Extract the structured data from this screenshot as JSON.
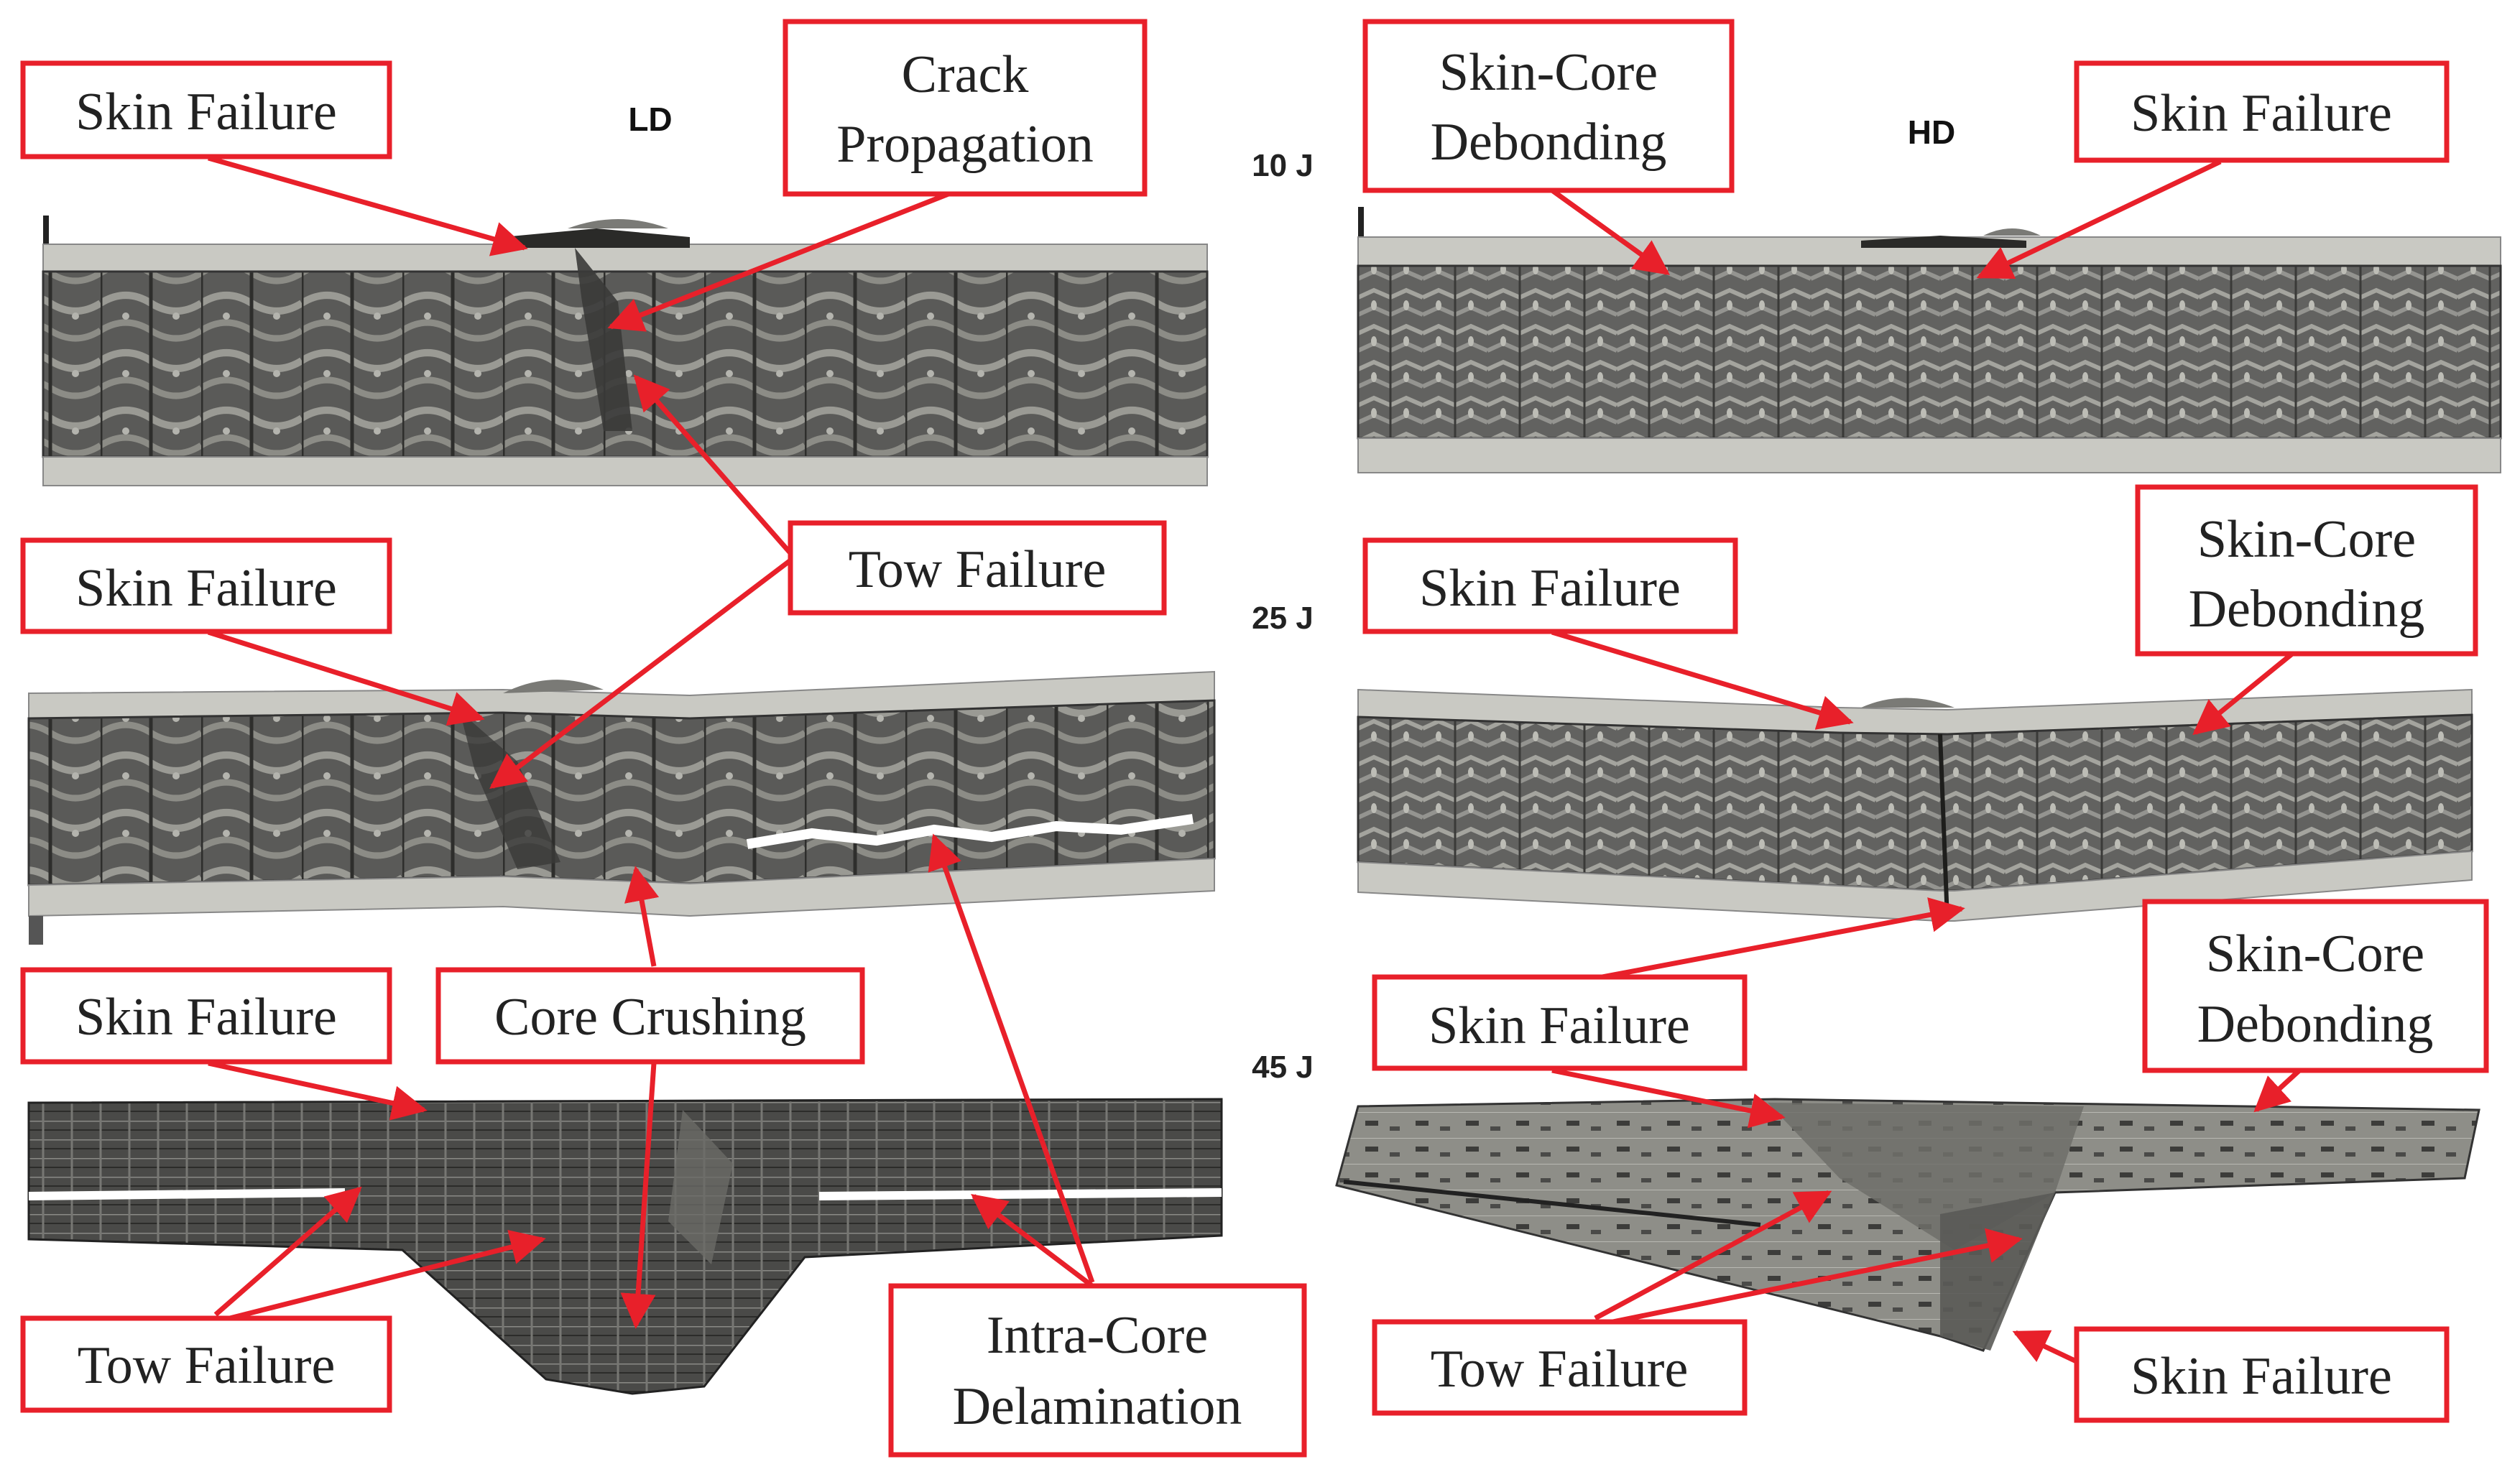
{
  "headers": {
    "left": "LD",
    "right": "HD"
  },
  "energy_levels": [
    "10 J",
    "25 J",
    "45 J"
  ],
  "labels": {
    "ld_10_skin_failure": "Skin Failure",
    "ld_10_crack_propagation": [
      "Crack",
      "Propagation"
    ],
    "hd_10_debonding": [
      "Skin-Core",
      "Debonding"
    ],
    "hd_10_skin_failure": "Skin Failure",
    "ld_tow_failure_upper": "Tow Failure",
    "ld_25_skin_failure": "Skin Failure",
    "hd_25_skin_failure": "Skin Failure",
    "hd_25_debonding": [
      "Skin-Core",
      "Debonding"
    ],
    "ld_45_skin_failure": "Skin Failure",
    "ld_core_crushing": "Core Crushing",
    "hd_45_skin_failure_top": "Skin Failure",
    "hd_45_debonding": [
      "Skin-Core",
      "Debonding"
    ],
    "ld_45_tow_failure": "Tow Failure",
    "ld_intra_core": [
      "Intra-Core",
      "Delamination"
    ],
    "hd_45_tow_failure": "Tow Failure",
    "hd_45_skin_failure_bottom": "Skin Failure"
  },
  "colors": {
    "annotation_red": "#e8202a",
    "skin": "#c9c9c3",
    "core": "#5e5e5c",
    "core_dark": "#3a3a38"
  }
}
